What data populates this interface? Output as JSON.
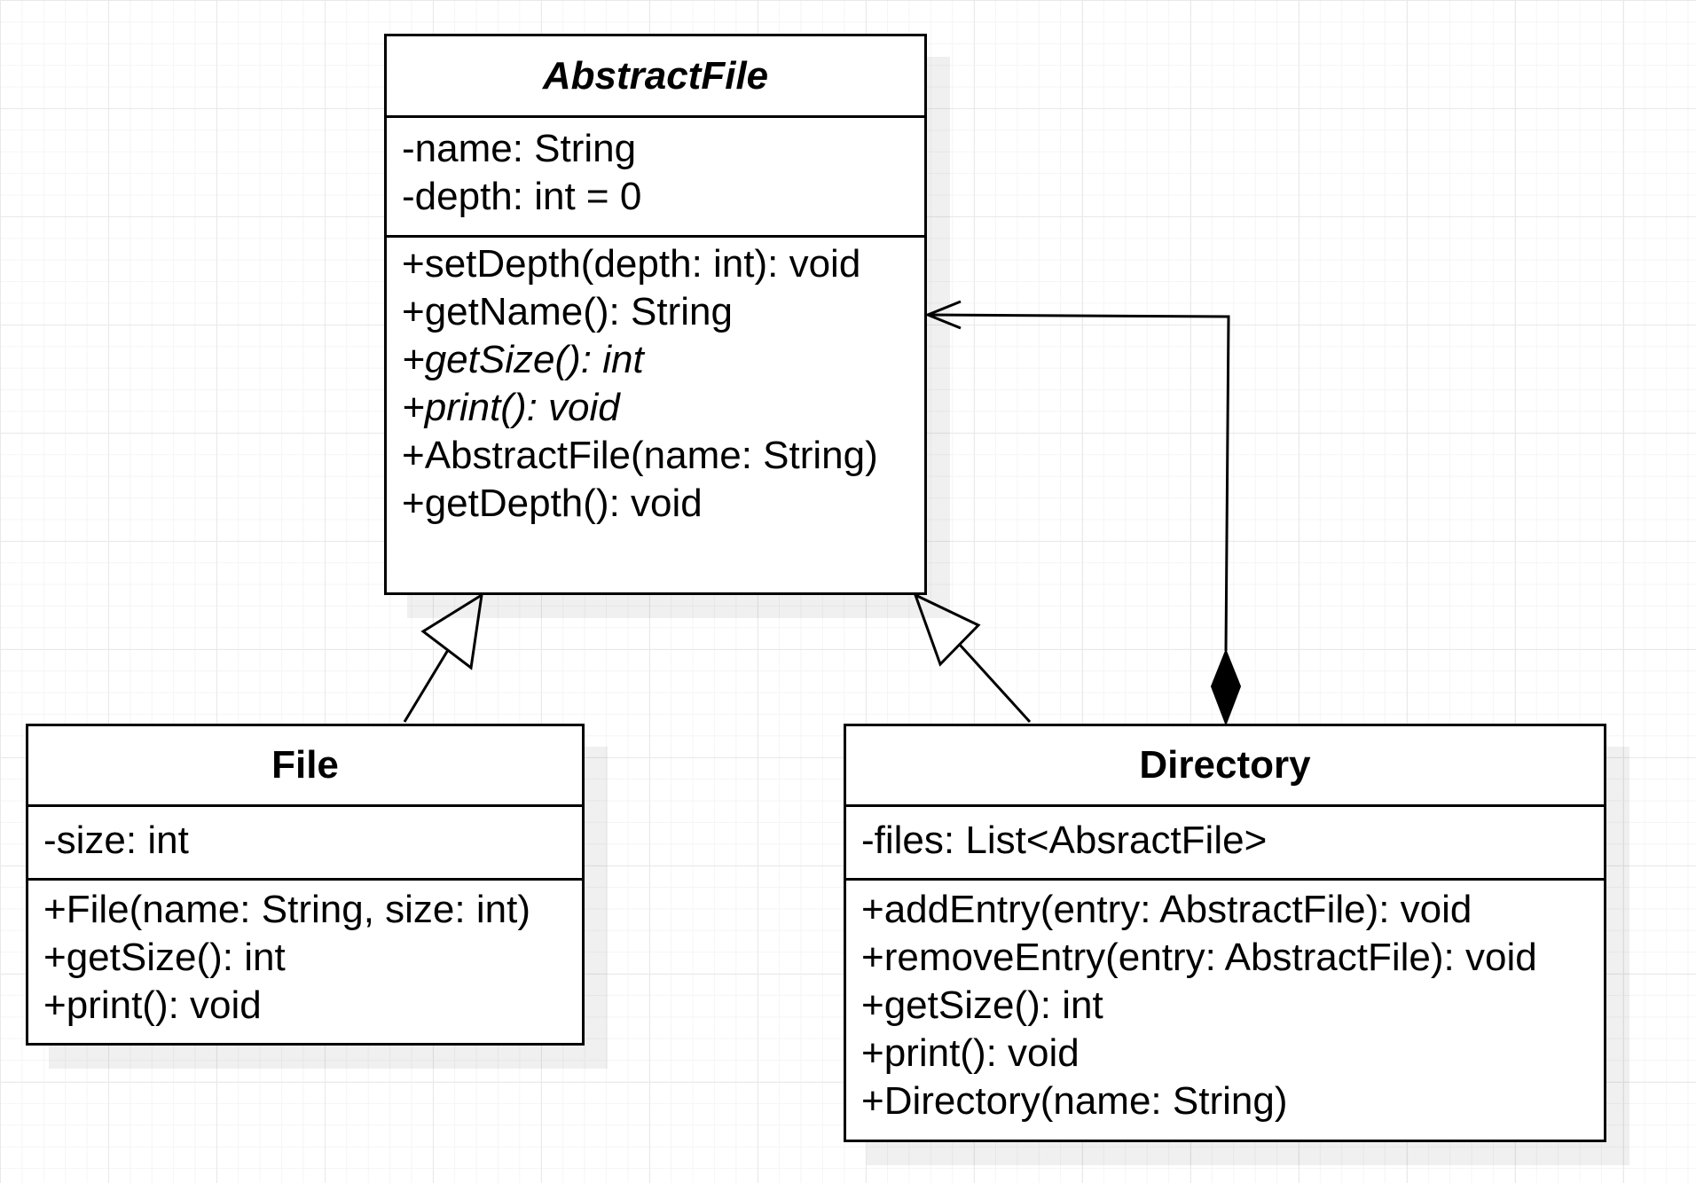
{
  "diagram": {
    "classes": {
      "abstract_file": {
        "name": "AbstractFile",
        "abstract": true,
        "attributes": [
          "-name: String",
          "-depth: int = 0"
        ],
        "methods": [
          {
            "text": "+setDepth(depth: int): void",
            "italic": false
          },
          {
            "text": "+getName(): String",
            "italic": false
          },
          {
            "text": "+getSize(): int",
            "italic": true
          },
          {
            "text": "+print(): void",
            "italic": true
          },
          {
            "text": "+AbstractFile(name: String)",
            "italic": false
          },
          {
            "text": "+getDepth(): void",
            "italic": false
          }
        ]
      },
      "file": {
        "name": "File",
        "abstract": false,
        "attributes": [
          "-size: int"
        ],
        "methods": [
          {
            "text": "+File(name: String, size: int)",
            "italic": false
          },
          {
            "text": "+getSize(): int",
            "italic": false
          },
          {
            "text": "+print(): void",
            "italic": false
          }
        ]
      },
      "directory": {
        "name": "Directory",
        "abstract": false,
        "attributes": [
          "-files: List<AbsractFile>"
        ],
        "methods": [
          {
            "text": "+addEntry(entry: AbstractFile): void",
            "italic": false
          },
          {
            "text": "+removeEntry(entry: AbstractFile): void",
            "italic": false
          },
          {
            "text": "+getSize(): int",
            "italic": false
          },
          {
            "text": "+print(): void",
            "italic": false
          },
          {
            "text": "+Directory(name: String)",
            "italic": false
          }
        ]
      }
    },
    "relations": [
      {
        "type": "generalization",
        "from": "File",
        "to": "AbstractFile"
      },
      {
        "type": "generalization",
        "from": "Directory",
        "to": "AbstractFile"
      },
      {
        "type": "composition",
        "from": "Directory",
        "to": "AbstractFile",
        "navigable": true
      }
    ]
  }
}
